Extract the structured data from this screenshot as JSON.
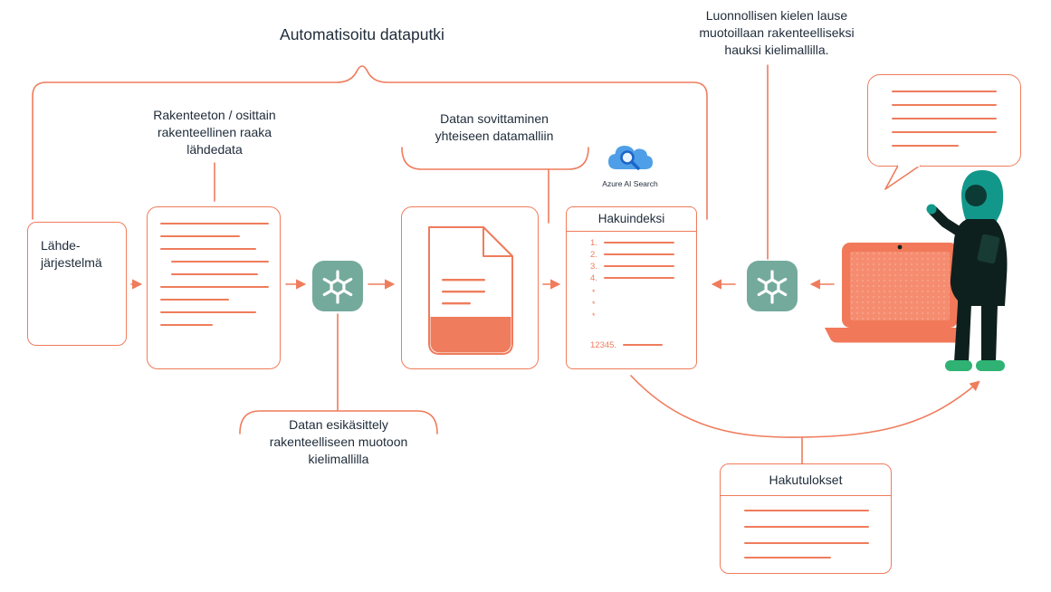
{
  "title": "Automatisoitu dataputki",
  "colors": {
    "accent": "#EF7C5C",
    "text": "#1E2B39",
    "openai_green": "#74AA9C",
    "azure_blue": "#4F9FE8",
    "teal": "#12988A",
    "dark": "#0E201D",
    "shoe_green": "#2FB273"
  },
  "notes": {
    "nl_query": "Luonnollisen kielen lause\nmuotoillaan rakenteelliseksi\nhauksi kielimallilla.",
    "raw_source": "Rakenteeton / osittain\nrakenteellinen raaka\nlähdedata",
    "mapping": "Datan sovittaminen\nyhteiseen datamalliin",
    "preprocess": "Datan esikäsittely\nrakenteelliseen muotoon\nkielimallilla"
  },
  "source_system": {
    "label": "Lähde-\njärjestelmä"
  },
  "search_index": {
    "title": "Hakuindeksi",
    "items": [
      "1.",
      "2.",
      "3.",
      "4."
    ],
    "dots": "*\n*\n*",
    "last": "12345."
  },
  "azure": {
    "label": "Azure AI Search"
  },
  "results": {
    "title": "Hakutulokset"
  },
  "icons": {
    "openai": "openai-logo",
    "azure": "azure-ai-search-cloud",
    "document": "document-with-text-lines",
    "file": "file-with-folded-corner",
    "laptop": "laptop",
    "person": "presenter-person",
    "speech": "speech-bubble"
  }
}
